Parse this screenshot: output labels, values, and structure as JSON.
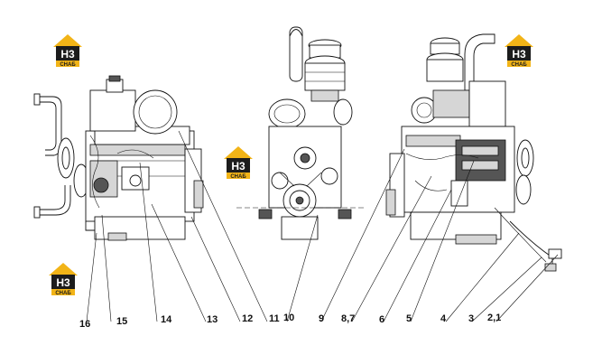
{
  "logo": {
    "letters": "H3",
    "caption": "СНАБ",
    "colors": {
      "roof": "#f2b417",
      "body": "#1c1c1c",
      "caption_bg": "#f2b417"
    }
  },
  "callouts": [
    "16",
    "15",
    "14",
    "13",
    "12",
    "11",
    "10",
    "9",
    "8,7",
    "6",
    "5",
    "4",
    "3",
    "2,1"
  ],
  "colors": {
    "line": "#111111",
    "background": "#ffffff"
  }
}
